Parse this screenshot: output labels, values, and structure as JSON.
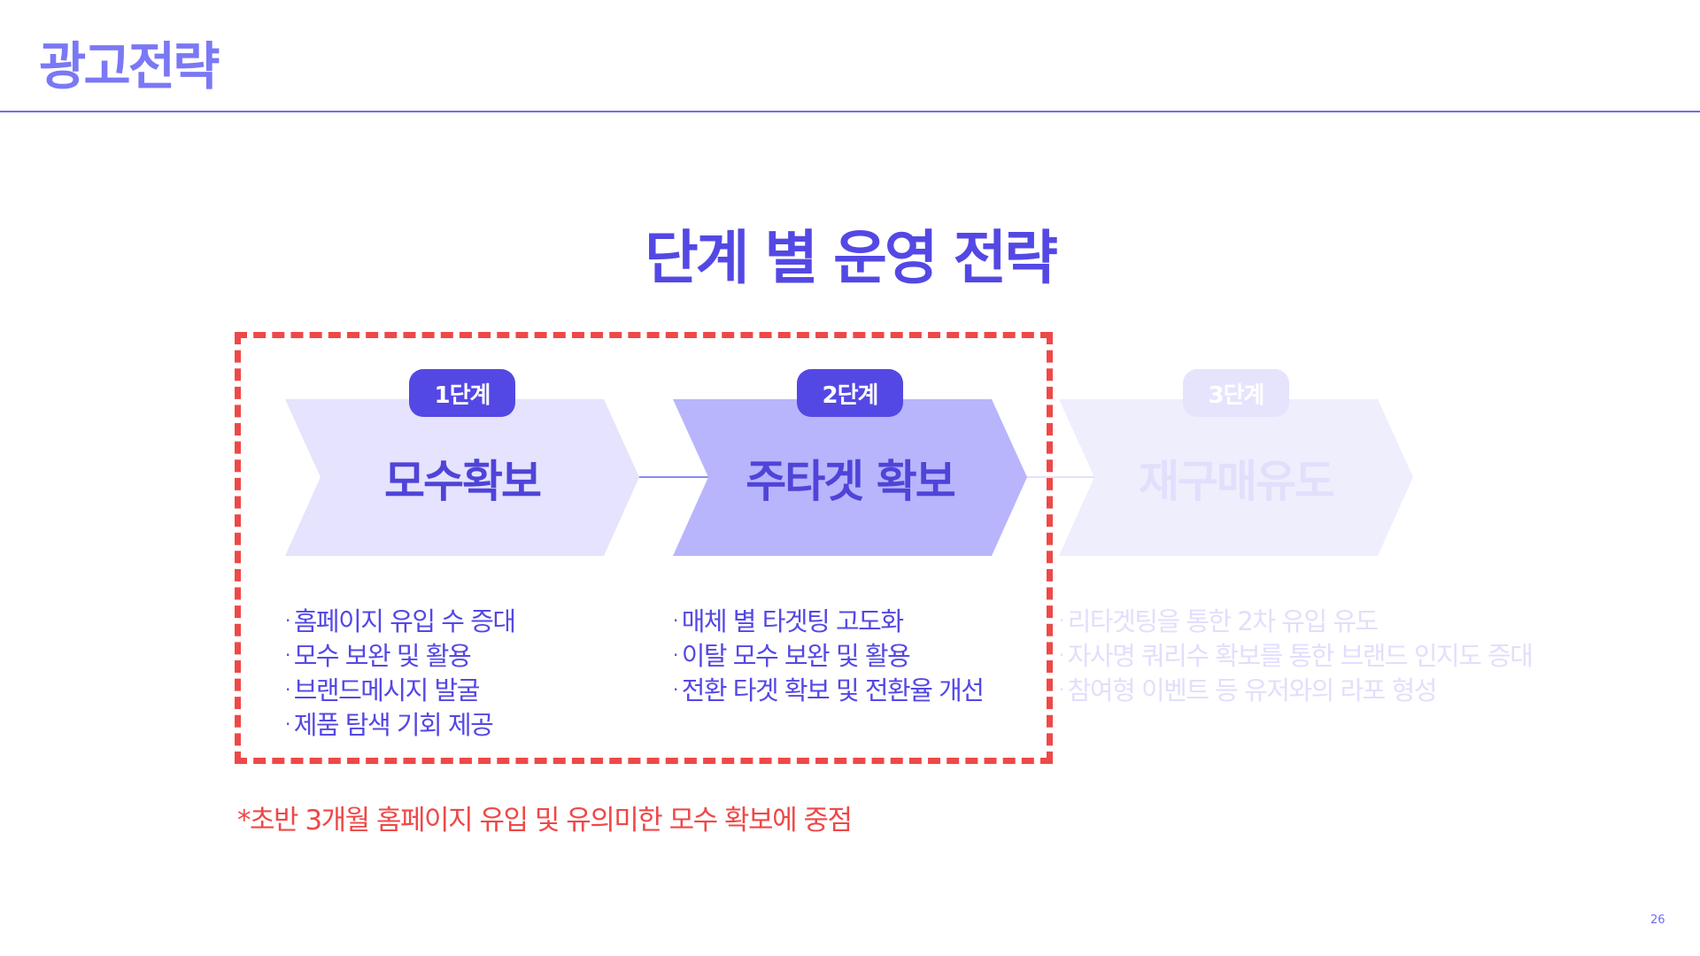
{
  "header": {
    "title": "광고전략"
  },
  "main_title": "단계 별 운영 전략",
  "stages": [
    {
      "badge": "1단계",
      "title": "모수확보",
      "bullets": [
        "홈페이지 유입 수 증대",
        "모수 보완 및 활용",
        "브랜드메시지 발굴",
        "제품 탐색 기회 제공"
      ]
    },
    {
      "badge": "2단계",
      "title": "주타겟 확보",
      "bullets": [
        "매체 별 타겟팅 고도화",
        "이탈 모수 보완 및 활용",
        "전환 타겟 확보 및 전환율 개선"
      ]
    },
    {
      "badge": "3단계",
      "title": "재구매유도",
      "bullets": [
        "리타겟팅을 통한 2차 유입 유도",
        "자사명 쿼리수 확보를 통한 브랜드 인지도 증대",
        "참여형 이벤트 등 유저와의 라포 형성"
      ]
    }
  ],
  "footnote": "*초반 3개월 홈페이지 유입 및 유의미한 모수 확보에 중점",
  "page_number": "26",
  "colors": {
    "accent": "#5448e4",
    "highlight": "#ef4848",
    "stage1": "#e5e3fd",
    "stage2": "#b8b5fc",
    "stage3": "#efeefd"
  }
}
